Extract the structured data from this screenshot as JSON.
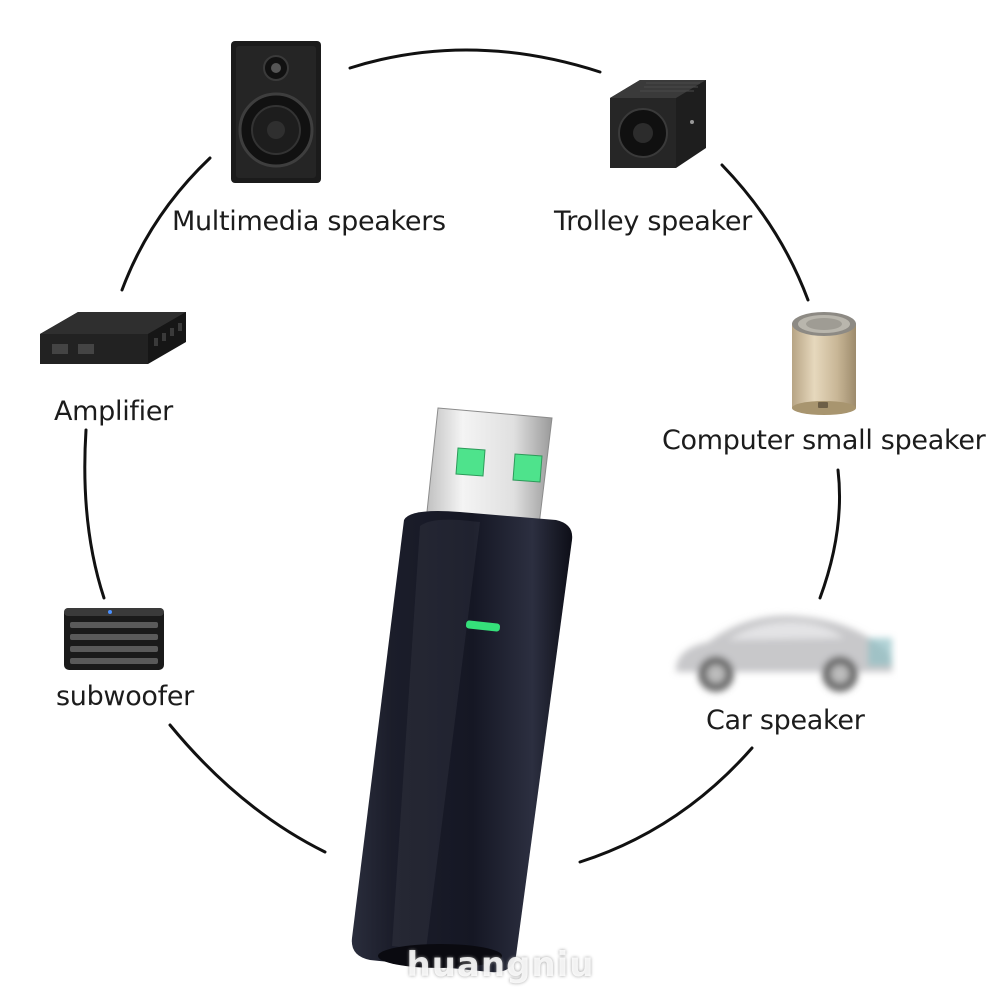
{
  "devices": {
    "multimedia_speakers": {
      "label": "Multimedia speakers",
      "icon": "bookshelf-speaker-icon"
    },
    "trolley_speaker": {
      "label": "Trolley speaker",
      "icon": "cube-speaker-icon"
    },
    "computer_small_speaker": {
      "label": "Computer small speaker",
      "icon": "cylinder-speaker-icon"
    },
    "car_speaker": {
      "label": "Car speaker",
      "icon": "car-icon"
    },
    "subwoofer": {
      "label": "subwoofer",
      "icon": "subwoofer-icon"
    },
    "amplifier": {
      "label": "Amplifier",
      "icon": "amplifier-icon"
    }
  },
  "center_device": {
    "icon": "usb-bluetooth-adapter-icon",
    "led_color": "#35e07a"
  },
  "watermark": "huangniu",
  "colors": {
    "ring": "#111111",
    "body": "#1a1c2a",
    "usb_pad": "#4ee38c"
  }
}
